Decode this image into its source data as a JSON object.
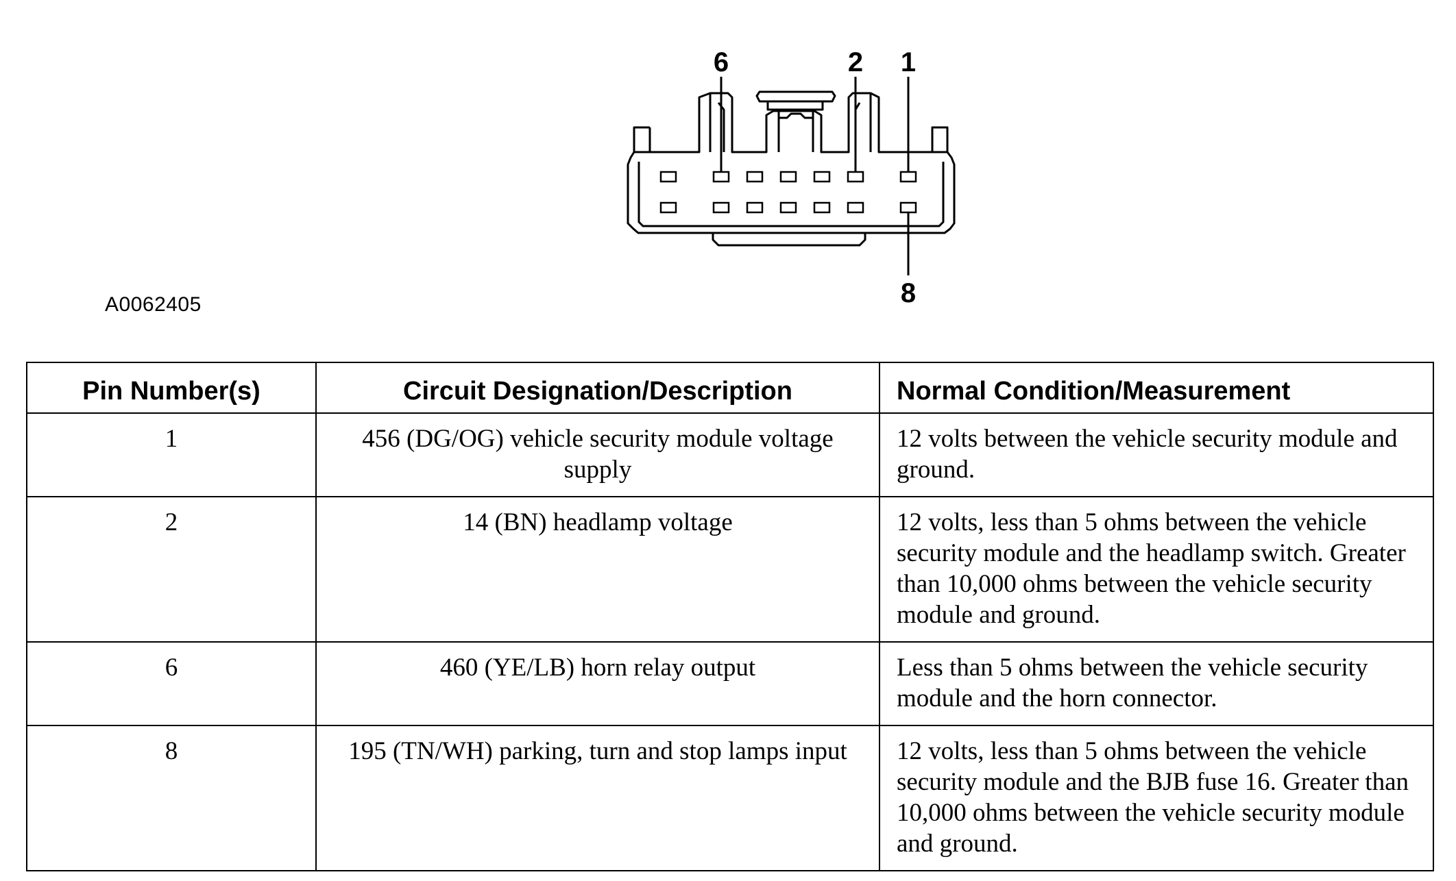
{
  "figure": {
    "code": "A0062405",
    "pin_labels": {
      "p6": "6",
      "p2": "2",
      "p1": "1",
      "p8": "8"
    }
  },
  "table": {
    "headers": {
      "pin": "Pin Number(s)",
      "circuit": "Circuit Designation/Description",
      "condition": "Normal Condition/Measurement"
    },
    "rows": [
      {
        "pin": "1",
        "circuit": "456 (DG/OG) vehicle security module voltage supply",
        "condition": "12 volts between the vehicle security module and ground."
      },
      {
        "pin": "2",
        "circuit": "14 (BN) headlamp voltage",
        "condition": "12 volts, less than 5 ohms between the vehicle security module and the headlamp switch. Greater than 10,000 ohms between the vehicle security module and ground."
      },
      {
        "pin": "6",
        "circuit": "460 (YE/LB) horn relay output",
        "condition": "Less than 5 ohms between the vehicle security module and the horn connector."
      },
      {
        "pin": "8",
        "circuit": "195 (TN/WH) parking, turn and stop lamps input",
        "condition": "12 volts, less than 5 ohms between the vehicle security module and the BJB fuse 16. Greater than 10,000 ohms between the vehicle security module and ground."
      }
    ]
  }
}
